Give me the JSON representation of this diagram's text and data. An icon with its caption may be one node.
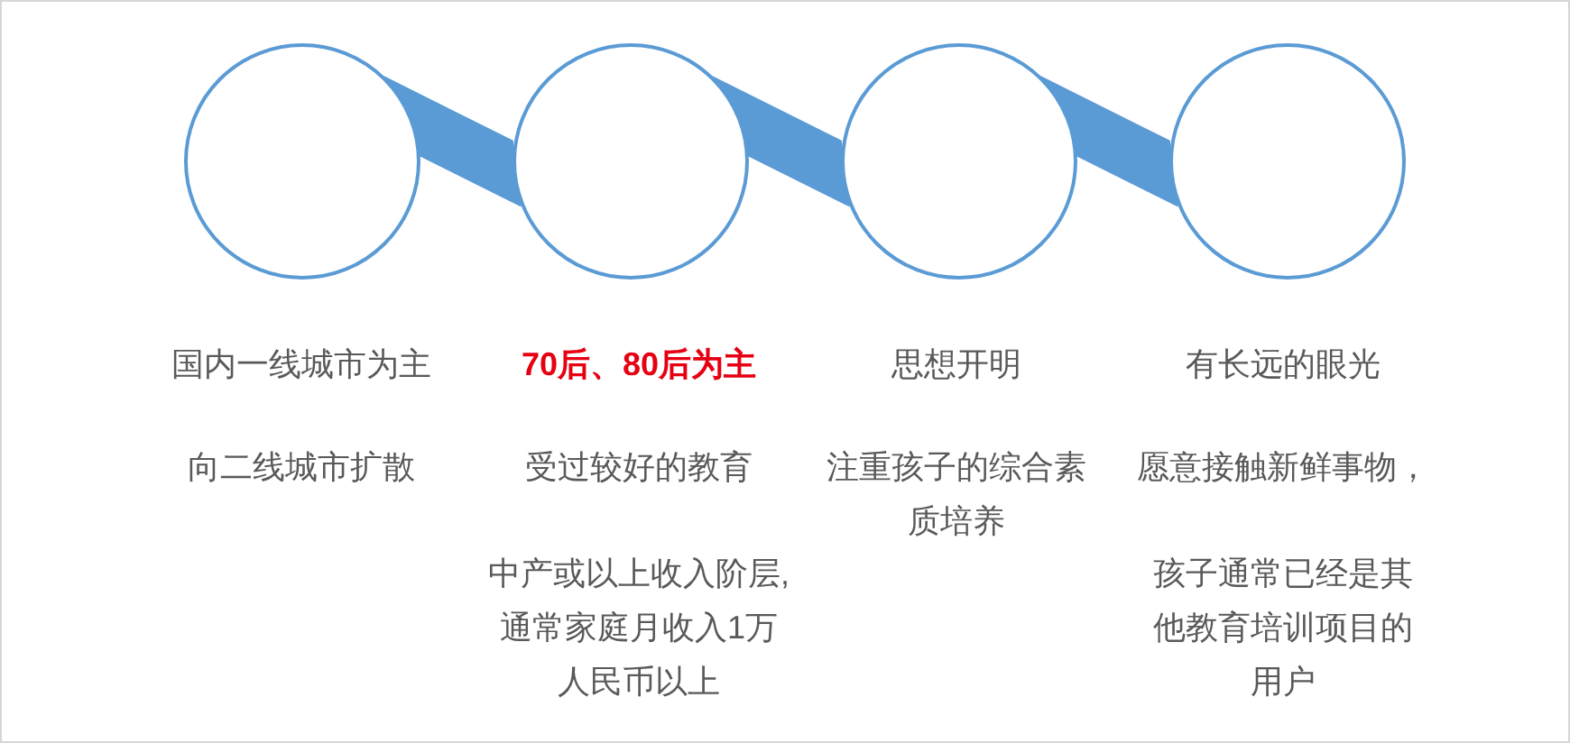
{
  "diagram": {
    "nodes": [
      {
        "text": [],
        "shape": "circle",
        "beside": [
          "国内一线城市为主",
          "向二线城市扩散"
        ]
      },
      {
        "text": [],
        "shape": "circle",
        "beside": [
          "70后、80后为主",
          "受过较好的教育",
          "中产或以上收入阶层,通常家庭月收入1万人民币以上"
        ]
      },
      {
        "text": [],
        "shape": "circle",
        "beside": [
          "思想开明",
          "注重孩子的综合素质培养"
        ]
      },
      {
        "text": [],
        "shape": "circle",
        "beside": [
          "有长远的眼光",
          "愿意接触新鲜事物，",
          "孩子通常已经是其他教育培训项目的用户"
        ]
      }
    ],
    "edges": [
      {
        "from": 0,
        "to": 1,
        "arrow": "none",
        "style": "thick"
      },
      {
        "from": 1,
        "to": 2,
        "arrow": "none",
        "style": "thick"
      },
      {
        "from": 2,
        "to": 3,
        "arrow": "none",
        "style": "thick"
      }
    ]
  }
}
